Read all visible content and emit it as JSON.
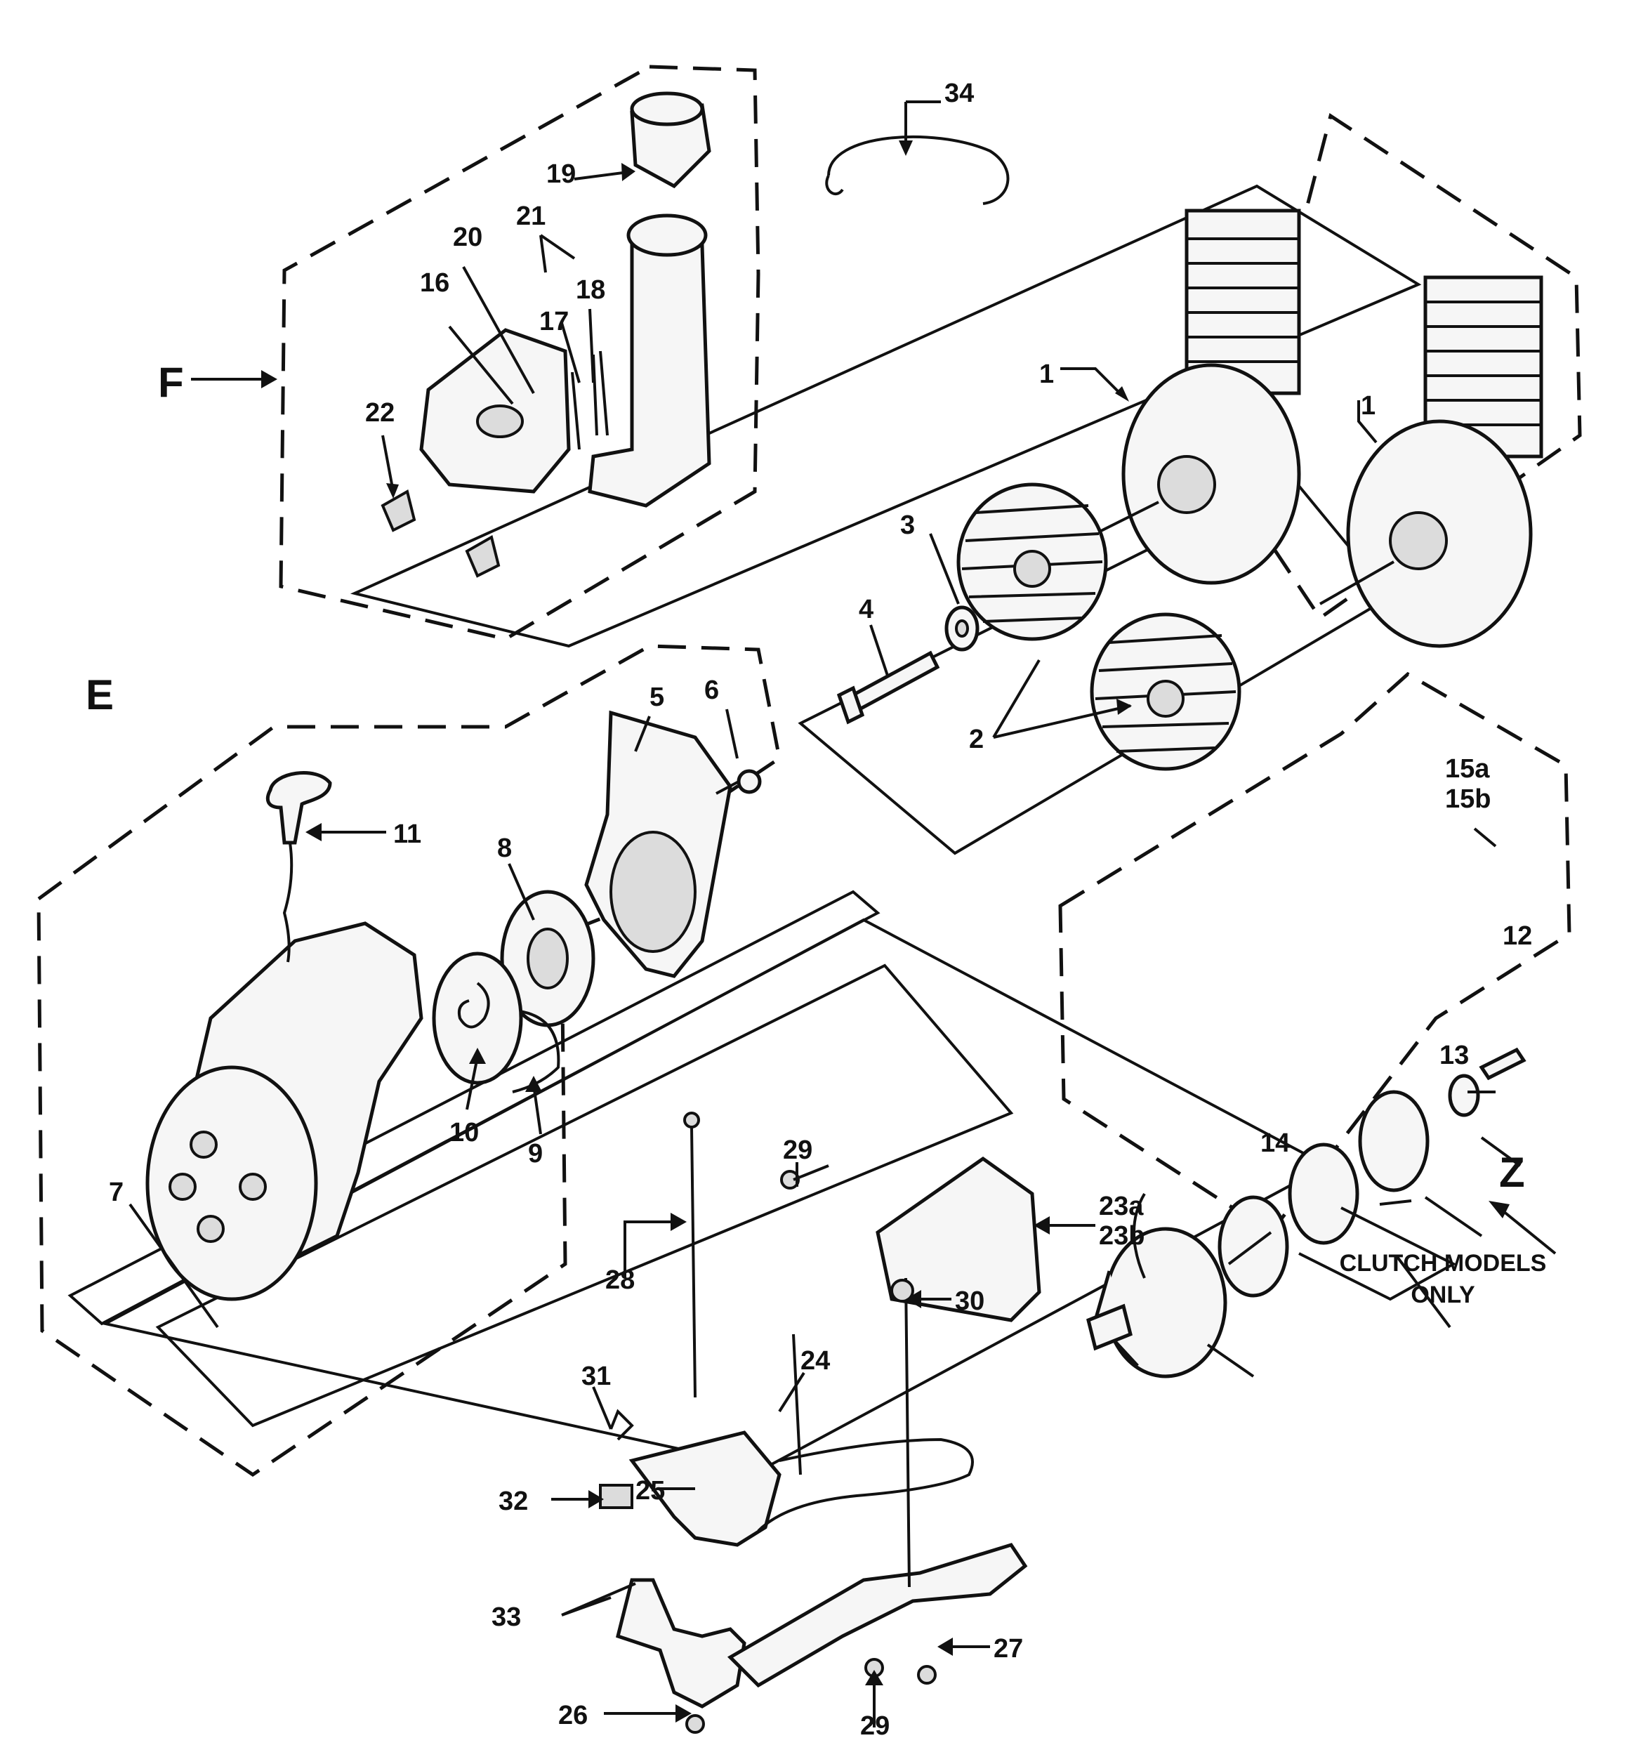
{
  "callouts": {
    "c1a": "1",
    "c1b": "1",
    "c2": "2",
    "c3": "3",
    "c4": "4",
    "c5": "5",
    "c6": "6",
    "c7": "7",
    "c8": "8",
    "c9": "9",
    "c10": "10",
    "c11": "11",
    "c12": "12",
    "c13": "13",
    "c14": "14",
    "c15a": "15a",
    "c15b": "15b",
    "c16": "16",
    "c17": "17",
    "c18": "18",
    "c19": "19",
    "c20": "20",
    "c21": "21",
    "c22": "22",
    "c23a": "23a",
    "c23b": "23b",
    "c24": "24",
    "c25": "25",
    "c26": "26",
    "c27": "27",
    "c28": "28",
    "c29a": "29",
    "c29b": "29",
    "c30": "30",
    "c31": "31",
    "c32": "32",
    "c33": "33",
    "c34": "34"
  },
  "groups": {
    "E": "E",
    "F": "F",
    "Z": "Z"
  },
  "note": {
    "line1": "CLUTCH MODELS",
    "line2": "ONLY"
  }
}
